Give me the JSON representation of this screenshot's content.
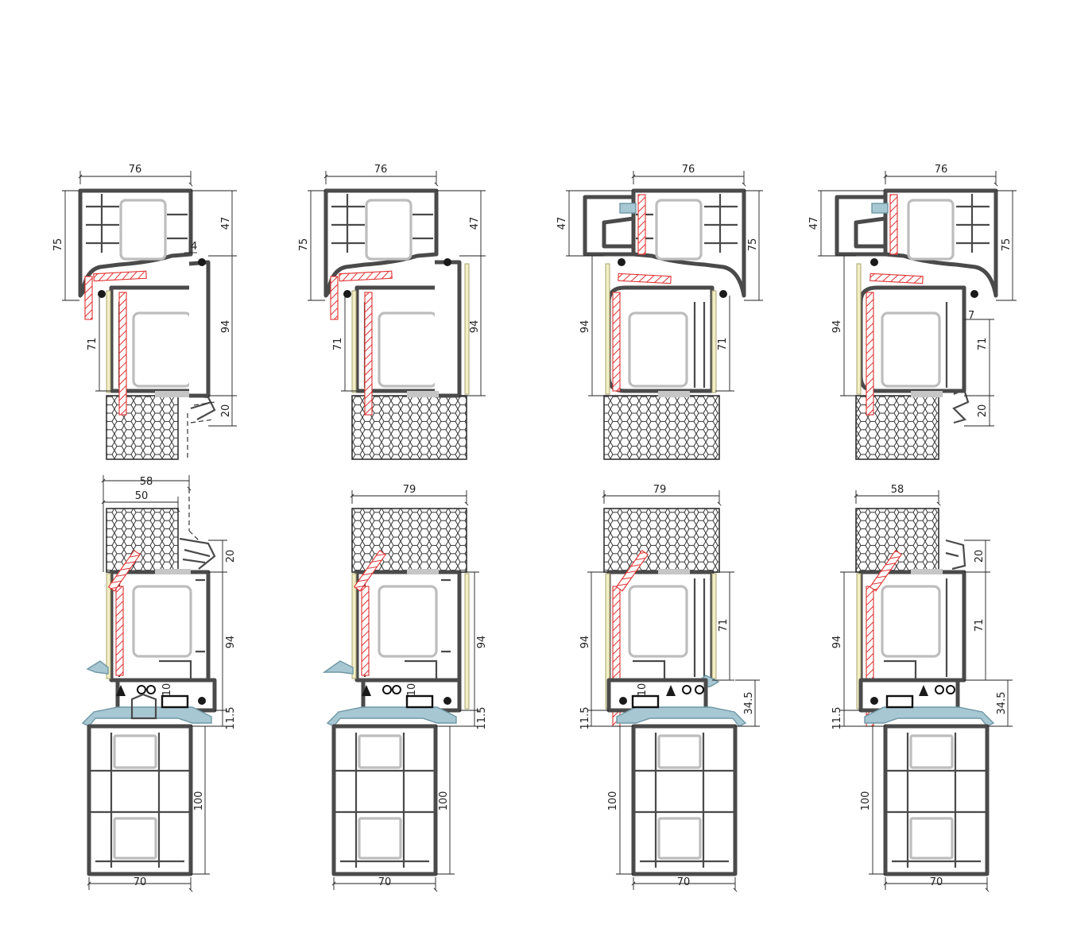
{
  "colors": {
    "profile": "#4a4a4a",
    "glazing": "#bdbdbd",
    "reinforcement_hatch": "#e03030",
    "steel_part": "#a7c7d3",
    "foam_hatch": "#333333",
    "tape": "#f2eec5"
  },
  "top_row": [
    {
      "labels": {
        "width": "76",
        "left_height": "75",
        "right_top": "47",
        "lower_left": "71",
        "right_middle": "94",
        "right_bottom": "20",
        "small": "4"
      }
    },
    {
      "labels": {
        "width": "76",
        "left_height": "75",
        "right_top": "47",
        "lower_left": "71",
        "right_middle": "94"
      }
    },
    {
      "labels": {
        "width": "76",
        "left_top": "47",
        "lower_left": "94",
        "right_height": "75",
        "right_middle": "71"
      }
    },
    {
      "labels": {
        "width": "76",
        "left_top": "47",
        "lower_left": "94",
        "right_height": "75",
        "right_middle": "71",
        "right_bottom": "20",
        "small": "7"
      }
    }
  ],
  "bottom_row": [
    {
      "labels": {
        "outer_width": "58",
        "inner_width": "50",
        "right_top": "20",
        "right_middle": "94",
        "gap": "10",
        "sill_step": "11.5",
        "sill_height": "100",
        "sill_width": "70"
      }
    },
    {
      "labels": {
        "outer_width": "79",
        "right_middle": "94",
        "gap": "10",
        "sill_step": "11.5",
        "sill_height": "100",
        "sill_width": "70"
      }
    },
    {
      "labels": {
        "outer_width": "79",
        "left_middle": "94",
        "right_middle": "71",
        "gap": "10",
        "sill_step": "11.5",
        "right_step": "34.5",
        "sill_height": "100",
        "sill_width": "70"
      }
    },
    {
      "labels": {
        "outer_width": "58",
        "right_top": "20",
        "left_middle": "94",
        "right_middle": "71",
        "sill_step": "11.5",
        "right_step": "34.5",
        "sill_height": "100",
        "sill_width": "70"
      }
    }
  ]
}
